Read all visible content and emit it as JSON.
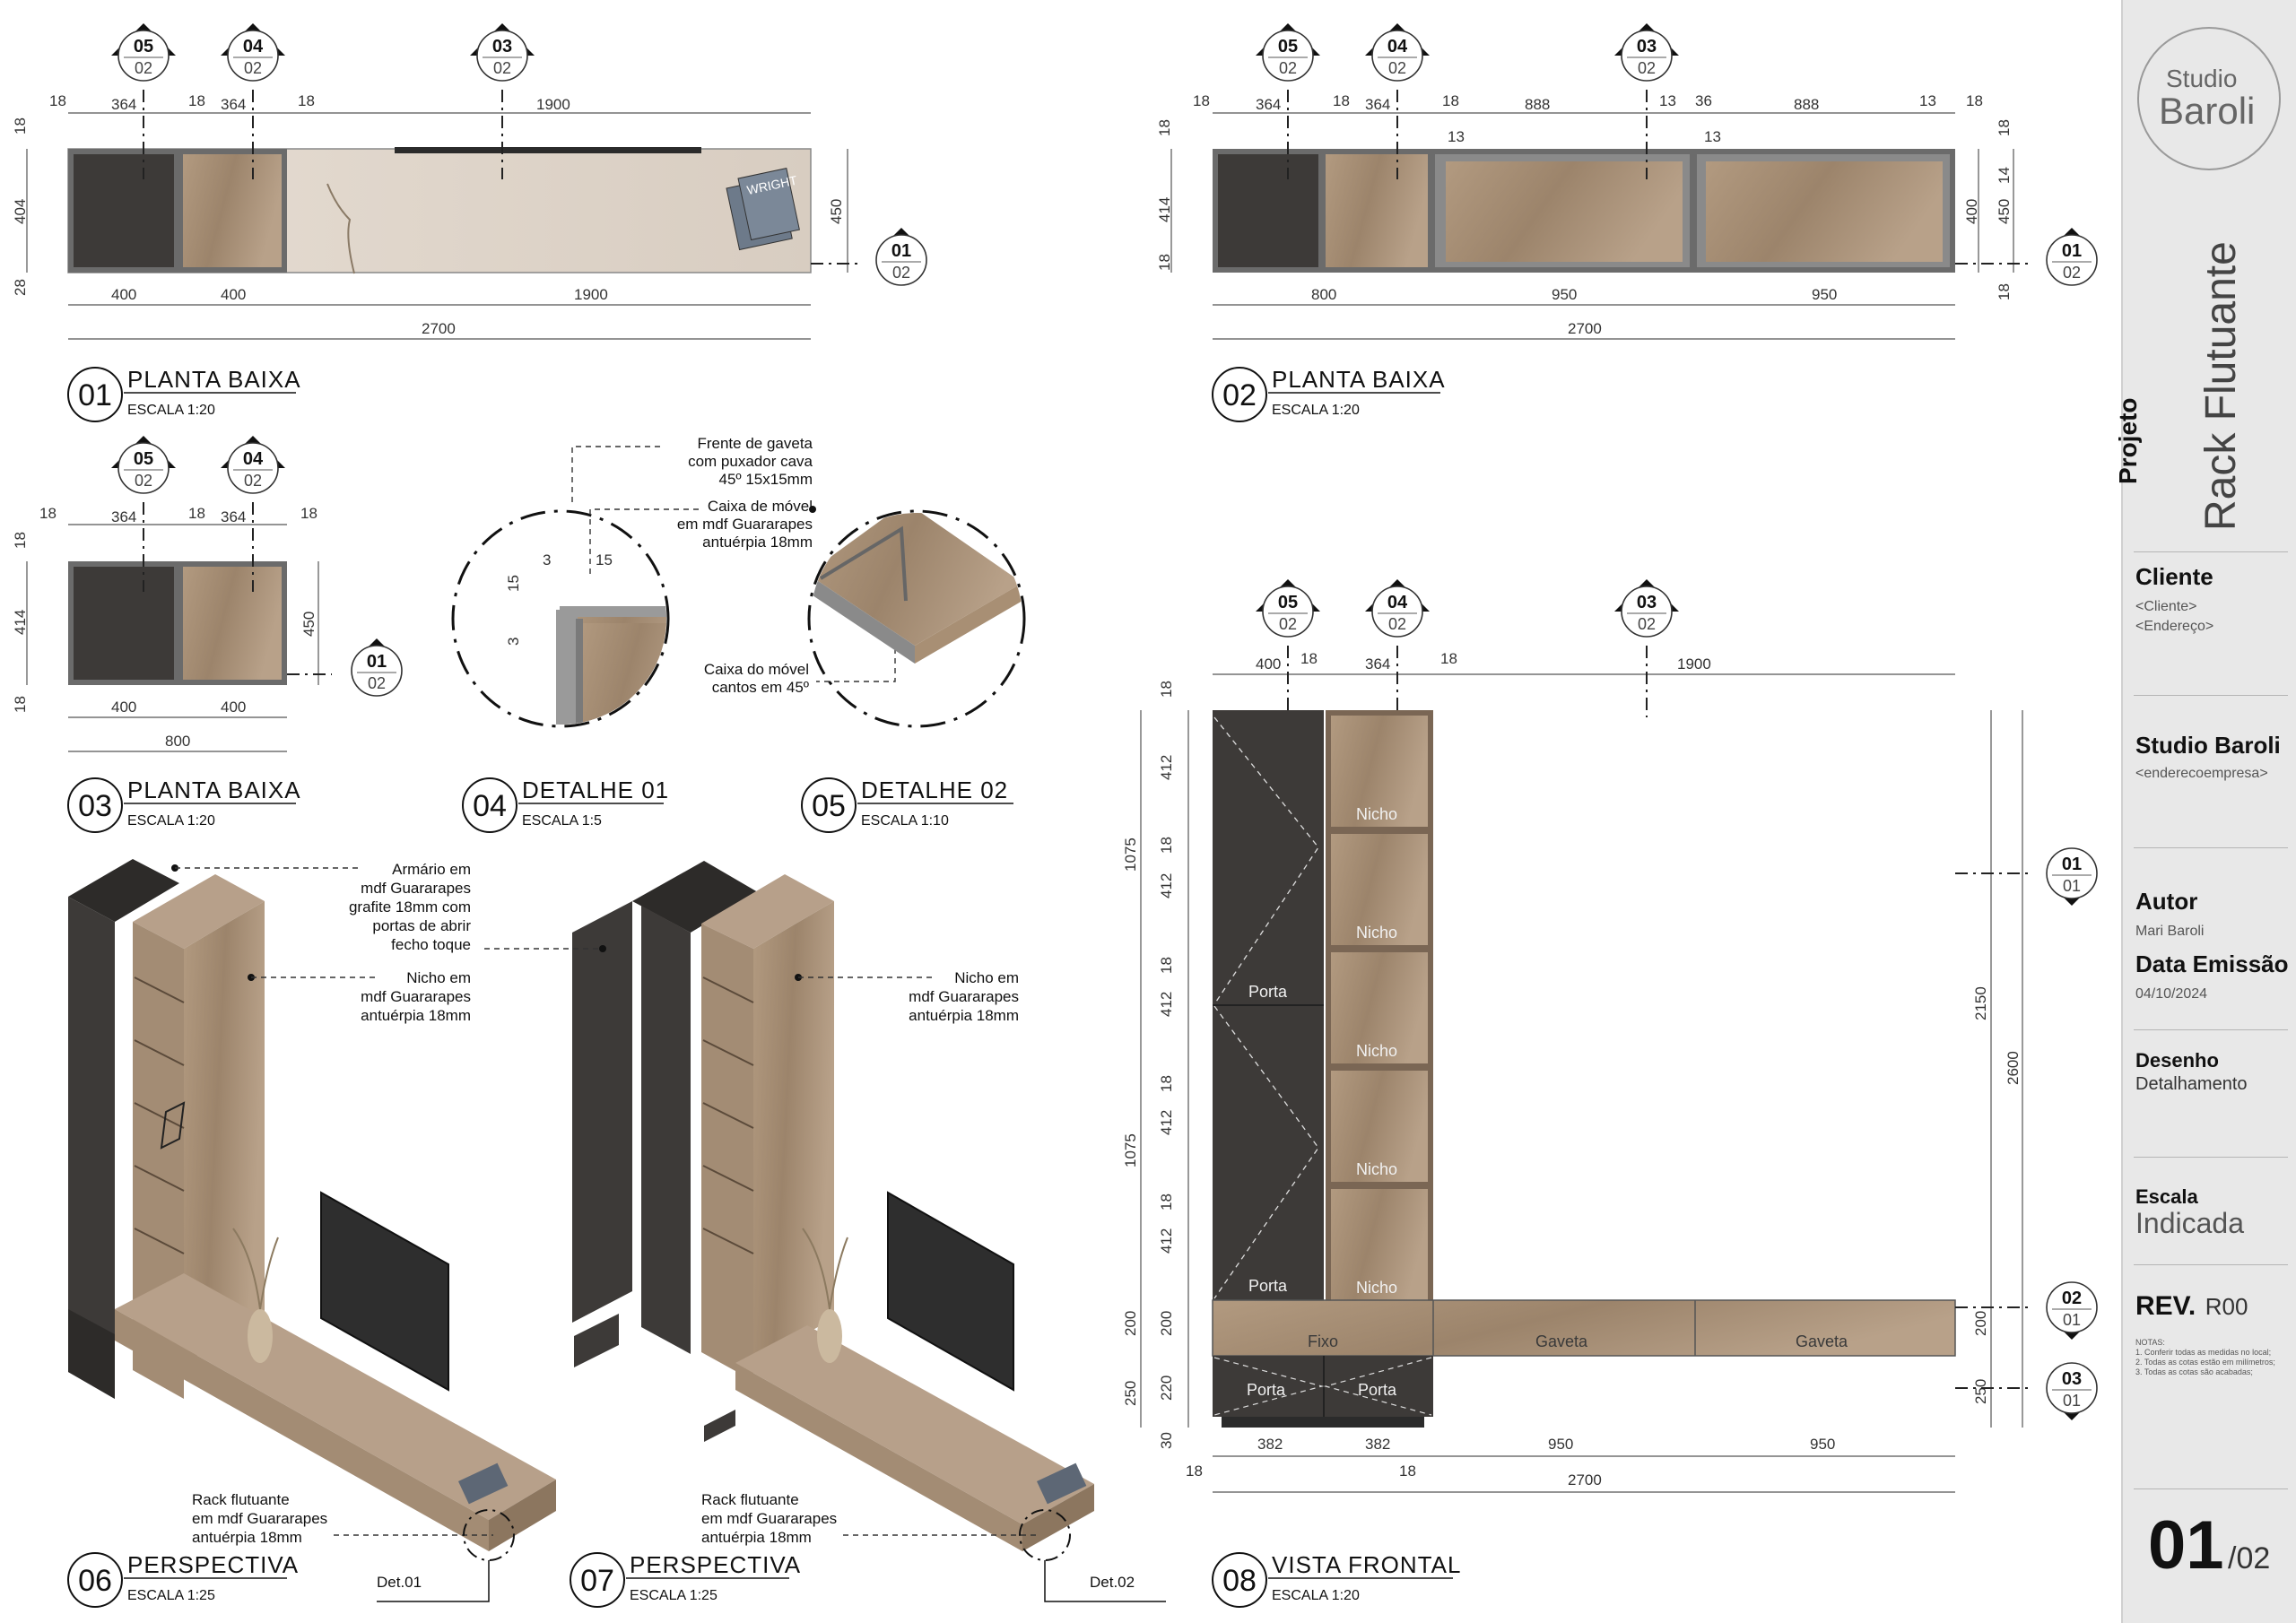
{
  "marks": {
    "m05": {
      "num": "05",
      "sub": "02"
    },
    "m04": {
      "num": "04",
      "sub": "02"
    },
    "m03": {
      "num": "03",
      "sub": "02"
    },
    "m01s02": {
      "num": "01",
      "sub": "02"
    },
    "m01s01": {
      "num": "01",
      "sub": "01"
    },
    "m02s01": {
      "num": "02",
      "sub": "01"
    },
    "m03s01": {
      "num": "03",
      "sub": "01"
    }
  },
  "views": {
    "v01": {
      "number": "01",
      "title": "PLANTA BAIXA",
      "scale": "ESCALA 1:20"
    },
    "v02": {
      "number": "02",
      "title": "PLANTA BAIXA",
      "scale": "ESCALA 1:20"
    },
    "v03": {
      "number": "03",
      "title": "PLANTA BAIXA",
      "scale": "ESCALA 1:20"
    },
    "v04": {
      "number": "04",
      "title": "DETALHE 01",
      "scale": "ESCALA 1:5"
    },
    "v05": {
      "number": "05",
      "title": "DETALHE 02",
      "scale": "ESCALA 1:10"
    },
    "v06": {
      "number": "06",
      "title": "PERSPECTIVA",
      "scale": "ESCALA 1:25"
    },
    "v07": {
      "number": "07",
      "title": "PERSPECTIVA",
      "scale": "ESCALA 1:25"
    },
    "v08": {
      "number": "08",
      "title": "VISTA FRONTAL",
      "scale": "ESCALA 1:20"
    }
  },
  "dims": {
    "d18": "18",
    "d364": "364",
    "d1900": "1900",
    "d404": "404",
    "d28": "28",
    "d400": "400",
    "d450": "450",
    "d2700": "2700",
    "d888": "888",
    "d13": "13",
    "d36": "36",
    "d414": "414",
    "d14": "14",
    "d800": "800",
    "d950": "950",
    "d3": "3",
    "d15": "15",
    "d412": "412",
    "d1075": "1075",
    "d200": "200",
    "d250": "250",
    "d220": "220",
    "d30": "30",
    "d382": "382",
    "d2150": "2150",
    "d2600": "2600"
  },
  "notes": {
    "frente_1": "Frente de gaveta",
    "frente_2": "com puxador cava",
    "frente_3": "45º 15x15mm",
    "caixa_1": "Caixa de móvel",
    "caixa_2": "em mdf Guararapes",
    "caixa_3": "antuérpia 18mm",
    "cantos_1": "Caixa do móvel",
    "cantos_2": "cantos em 45º",
    "armario_1": "Armário em",
    "armario_2": "mdf Guararapes",
    "armario_3": "grafite 18mm com",
    "armario_4": "portas de abrir",
    "armario_5": "fecho toque",
    "nicho_1": "Nicho em",
    "nicho_2": "mdf Guararapes",
    "nicho_3": "antuérpia 18mm",
    "rack_1": "Rack flutuante",
    "rack_2": "em mdf Guararapes",
    "rack_3": "antuérpia 18mm",
    "det01": "Det.01",
    "det02": "Det.02",
    "magazine": "WRIGHT"
  },
  "labels": {
    "porta": "Porta",
    "nicho": "Nicho",
    "fixo": "Fixo",
    "gaveta": "Gaveta"
  },
  "title_block": {
    "logo_top": "Studio",
    "logo_bottom": "Baroli",
    "projeto_label": "Projeto",
    "projeto_name": "Rack Flutuante",
    "cliente_label": "Cliente",
    "cliente_value": "<Cliente>",
    "endereco_value": "<Endereço>",
    "empresa_label": "Studio Baroli",
    "empresa_value": "<enderecoempresa>",
    "autor_label": "Autor",
    "autor_value": "Mari Baroli",
    "data_label": "Data Emissão",
    "data_value": "04/10/2024",
    "desenho_label": "Desenho",
    "desenho_value": "Detalhamento",
    "escala_label": "Escala",
    "escala_value": "Indicada",
    "rev_label": "REV.",
    "rev_value": "R00",
    "notas_title": "NOTAS:",
    "nota_1": "1. Conferir todas as medidas no local;",
    "nota_2": "2. Todas as cotas estão em milímetros;",
    "nota_3": "3. Todas as cotas são acabadas;",
    "sheet_number": "01",
    "sheet_total": "/02"
  },
  "colors": {
    "graphite": "#3d3a38",
    "wood": "#a38c74",
    "wood_light": "#ddd3c8",
    "frame": "#6b6b6b",
    "title_block_bg": "#e8e8e8"
  }
}
